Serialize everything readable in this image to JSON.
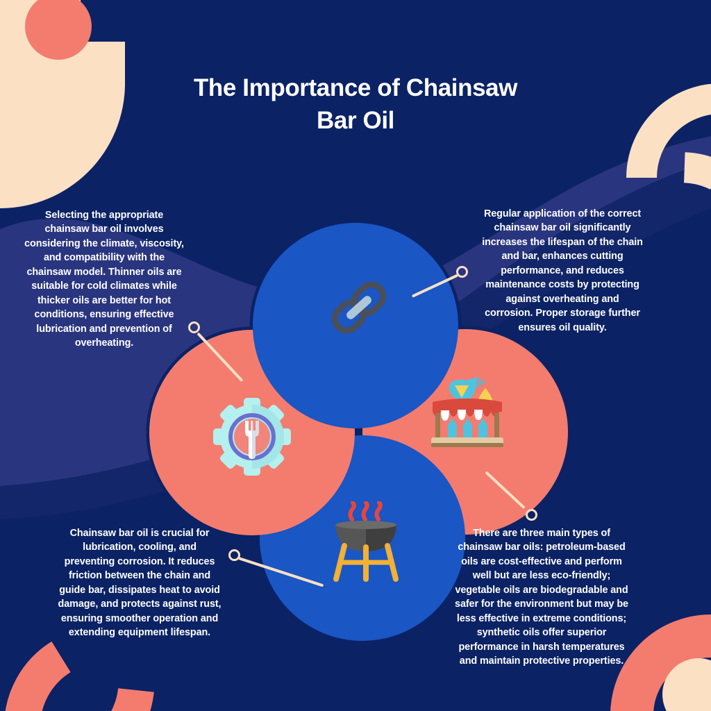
{
  "page": {
    "title_line1": "The Importance of Chainsaw",
    "title_line2": "Bar Oil",
    "title_full": "The Importance of Chainsaw Bar Oil"
  },
  "colors": {
    "background_navy": "#0B2265",
    "background_wave": "#2A3580",
    "circle_blue": "#1A56C4",
    "circle_salmon": "#F47C6E",
    "cream": "#FBE0C4",
    "text_white": "#FFFFFF",
    "connector": "#FBE0C4"
  },
  "blurbs": [
    {
      "id": "selecting-oil",
      "position": "top-left",
      "icon": "gear-wrench-icon",
      "text": "Selecting the appropriate chainsaw bar oil involves considering the climate, viscosity, and compatibility with the chainsaw model. Thinner oils are suitable for cold climates while thicker oils are better for hot conditions, ensuring effective lubrication and prevention of overheating."
    },
    {
      "id": "regular-application",
      "position": "top-right",
      "icon": "chain-link-icon",
      "text": "Regular application of the correct chainsaw bar oil significantly increases the lifespan of the chain and bar, enhances cutting performance, and reduces maintenance costs by protecting against overheating and corrosion. Proper storage further ensures oil quality."
    },
    {
      "id": "lubrication-cooling",
      "position": "bottom-left",
      "icon": "bbq-grill-icon",
      "text": "Chainsaw bar oil is crucial for lubrication, cooling, and preventing corrosion. It reduces friction between the chain and guide bar, dissipates heat to avoid damage, and protects against rust, ensuring smoother operation and extending equipment lifespan."
    },
    {
      "id": "oil-types",
      "position": "bottom-right",
      "icon": "market-stall-oil-icon",
      "text": "There are three main types of chainsaw bar oils: petroleum-based oils are cost-effective and perform well but are less eco-friendly; vegetable oils are biodegradable and safer for the environment but may be less effective in extreme conditions; synthetic oils offer superior performance in harsh temperatures and maintain protective properties."
    }
  ],
  "icons": [
    {
      "name": "chain-link-icon",
      "circle": "top",
      "circle_color": "#1A56C4"
    },
    {
      "name": "gear-wrench-icon",
      "circle": "left",
      "circle_color": "#F47C6E"
    },
    {
      "name": "market-stall-oil-icon",
      "circle": "right",
      "circle_color": "#F47C6E"
    },
    {
      "name": "bbq-grill-icon",
      "circle": "bottom",
      "circle_color": "#1A56C4"
    }
  ],
  "decorations": [
    {
      "name": "corner-shape-top-left-cream",
      "color": "#FBE0C4"
    },
    {
      "name": "corner-circle-top-left-salmon",
      "color": "#F47C6E"
    },
    {
      "name": "corner-ring-top-right-cream",
      "color": "#FBE0C4"
    },
    {
      "name": "corner-ring-bottom-left-salmon",
      "color": "#F47C6E"
    },
    {
      "name": "corner-ring-bottom-right-salmon",
      "color": "#F47C6E"
    },
    {
      "name": "corner-circle-bottom-right-cream",
      "color": "#FBE0C4"
    }
  ]
}
